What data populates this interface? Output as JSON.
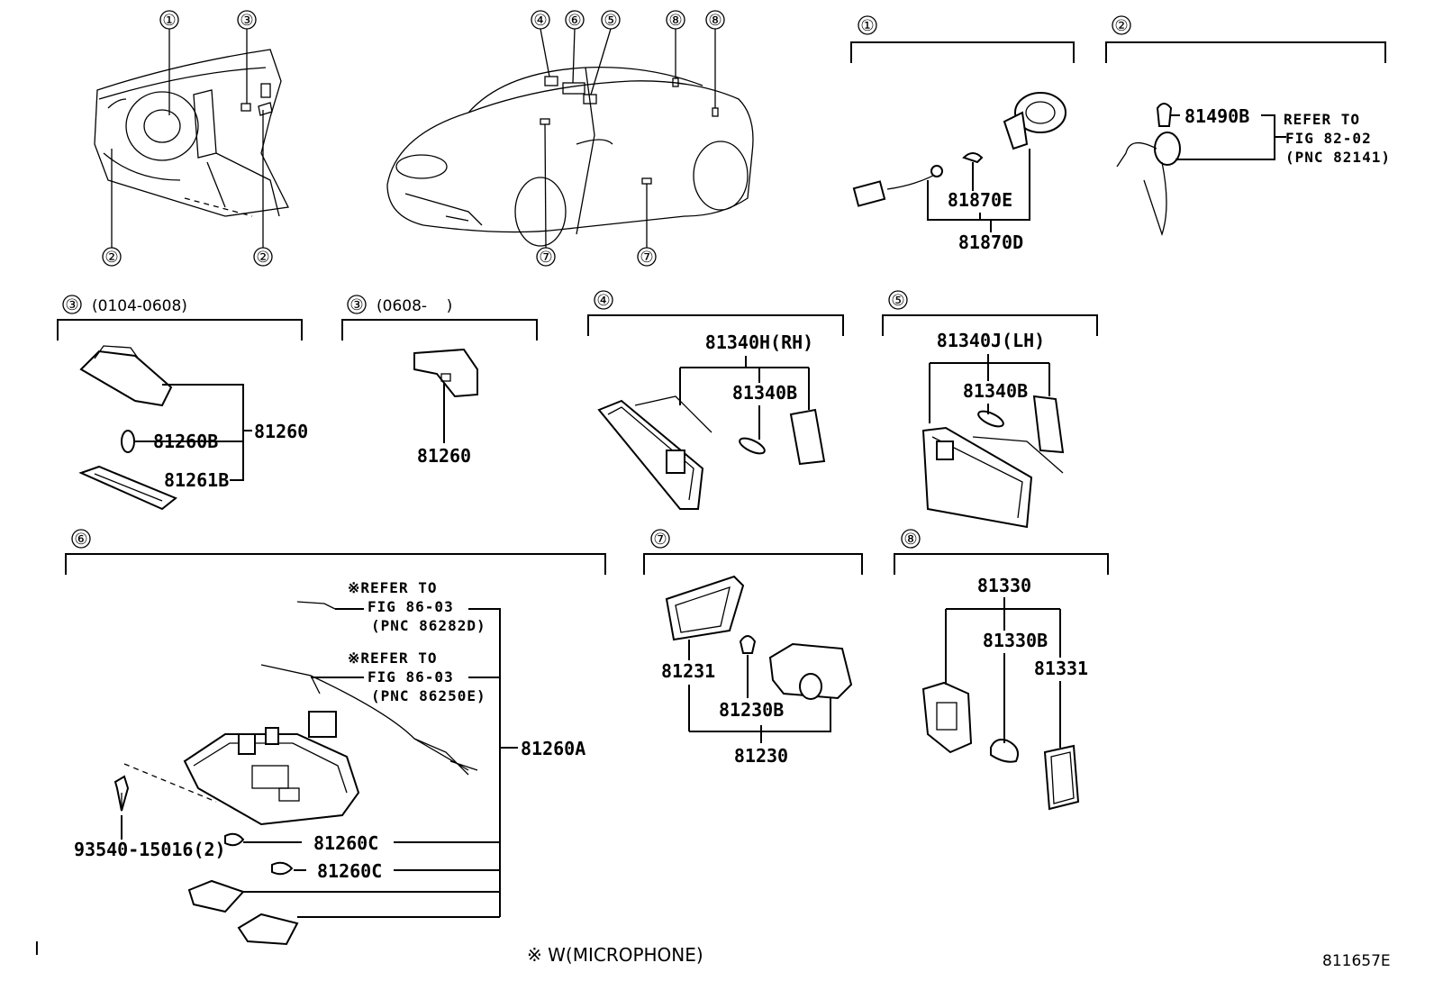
{
  "footer": {
    "note": "※ W(MICROPHONE)",
    "figure_code": "811657E",
    "mark": "I"
  },
  "overview_callouts": [
    "①",
    "②",
    "③",
    "④",
    "⑤",
    "⑥",
    "⑦",
    "⑧"
  ],
  "sections": {
    "s1": {
      "marker": "①",
      "parts": [
        "81870E",
        "81870D"
      ]
    },
    "s2": {
      "marker": "②",
      "part": "81490B",
      "refer": [
        "REFER TO",
        "FIG 82-02",
        "(PNC 82141)"
      ]
    },
    "s3a": {
      "marker": "③",
      "range": "(0104-0608)",
      "parts": [
        "81260",
        "81260B",
        "81261B"
      ]
    },
    "s3b": {
      "marker": "③",
      "range": "(0608-    )",
      "parts": [
        "81260"
      ]
    },
    "s4": {
      "marker": "④",
      "parts": [
        "81340H(RH)",
        "81340B"
      ]
    },
    "s5": {
      "marker": "⑤",
      "parts": [
        "81340J(LH)",
        "81340B"
      ]
    },
    "s6": {
      "marker": "⑥",
      "refer1": [
        "※REFER TO",
        "FIG 86-03",
        "(PNC 86282D)"
      ],
      "refer2": [
        "※REFER TO",
        "FIG 86-03",
        "(PNC 86250E)"
      ],
      "parts": [
        "81260A",
        "93540-15016(2)",
        "81260C",
        "81260C"
      ]
    },
    "s7": {
      "marker": "⑦",
      "parts": [
        "81231",
        "81230B",
        "81230"
      ]
    },
    "s8": {
      "marker": "⑧",
      "parts": [
        "81330",
        "81330B",
        "81331"
      ]
    }
  }
}
